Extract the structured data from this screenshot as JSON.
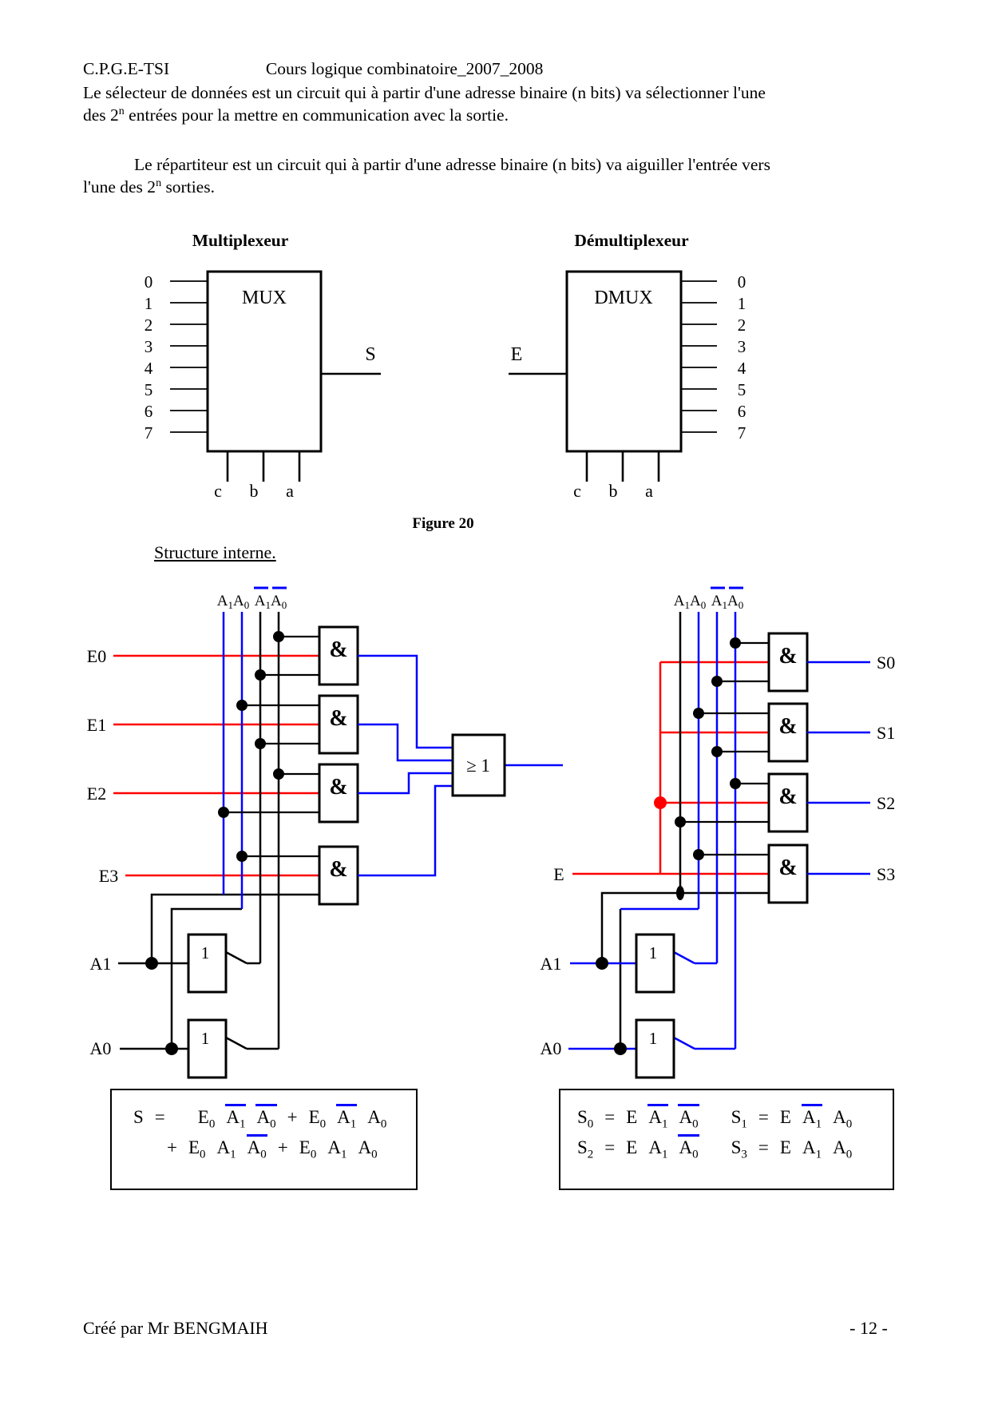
{
  "header": {
    "left": "C.P.G.E-TSI",
    "right": "Cours logique combinatoire_2007_2008"
  },
  "intro": {
    "p1_line1": "Le sélecteur de données est un circuit qui à partir d'une adresse binaire (n bits) va sélectionner l'une",
    "p1_line2_pre": "des 2",
    "p1_line2_sup": "n",
    "p1_line2_post": " entrées pour la mettre en communication avec la sortie.",
    "p2_line1": "Le répartiteur est un circuit qui à partir d'une adresse binaire (n bits) va aiguiller l'entrée vers",
    "p2_line2_pre": "l'une des 2",
    "p2_line2_sup": "n",
    "p2_line2_post": " sorties."
  },
  "fig": {
    "caption": "Figure 20",
    "mux": {
      "title": "Multiplexeur",
      "chip": "MUX",
      "inputs": [
        "0",
        "1",
        "2",
        "3",
        "4",
        "5",
        "6",
        "7"
      ],
      "output": "S",
      "sel": [
        "c",
        "b",
        "a"
      ]
    },
    "dmux": {
      "title": "Démultiplexeur",
      "chip": "DMUX",
      "input": "E",
      "outputs": [
        "0",
        "1",
        "2",
        "3",
        "4",
        "5",
        "6",
        "7"
      ],
      "sel": [
        "c",
        "b",
        "a"
      ]
    }
  },
  "st": {
    "heading": "Structure interne.",
    "bus": {
      "b1": "A",
      "s1": "1",
      "b2": "A",
      "s2": "0"
    },
    "left": {
      "e": [
        "E0",
        "E1",
        "E2",
        "E3"
      ],
      "and": "&",
      "or": "≥ 1",
      "inv": "1",
      "a1": "A1",
      "a0": "A0"
    },
    "right": {
      "e": "E",
      "s": [
        "S0",
        "S1",
        "S2",
        "S3"
      ],
      "and": "&",
      "inv": "1",
      "a1": "A1",
      "a0": "A0"
    }
  },
  "formulas": {
    "left": {
      "row1": [
        {
          "t": "S"
        },
        {
          "t": "="
        },
        {
          "t": "E",
          "s": "0",
          "gap": true
        },
        {
          "t": "A",
          "s": "1",
          "bar": true
        },
        {
          "t": "A",
          "s": "0",
          "bar": true
        },
        {
          "t": "+"
        },
        {
          "t": "E",
          "s": "0"
        },
        {
          "t": "A",
          "s": "1",
          "bar": true
        },
        {
          "t": "A",
          "s": "0"
        }
      ],
      "row2": [
        {
          "t": "+"
        },
        {
          "t": "E",
          "s": "0"
        },
        {
          "t": "A",
          "s": "1"
        },
        {
          "t": "A",
          "s": "0",
          "bar": true
        },
        {
          "t": "+"
        },
        {
          "t": "E",
          "s": "0"
        },
        {
          "t": "A",
          "s": "1"
        },
        {
          "t": "A",
          "s": "0"
        }
      ]
    },
    "right": {
      "row1": [
        {
          "t": "S",
          "s": "0"
        },
        {
          "t": "="
        },
        {
          "t": "E"
        },
        {
          "t": "A",
          "s": "1",
          "bar": true
        },
        {
          "t": "A",
          "s": "0",
          "bar": true
        },
        {
          "t": "S",
          "s": "1",
          "gap": true
        },
        {
          "t": "="
        },
        {
          "t": "E"
        },
        {
          "t": "A",
          "s": "1",
          "bar": true
        },
        {
          "t": "A",
          "s": "0"
        }
      ],
      "row2": [
        {
          "t": "S",
          "s": "2"
        },
        {
          "t": "="
        },
        {
          "t": "E"
        },
        {
          "t": "A",
          "s": "1"
        },
        {
          "t": "A",
          "s": "0",
          "bar": true
        },
        {
          "t": "S",
          "s": "3",
          "gap": true
        },
        {
          "t": "="
        },
        {
          "t": "E"
        },
        {
          "t": "A",
          "s": "1"
        },
        {
          "t": "A",
          "s": "0"
        }
      ]
    }
  },
  "footer": {
    "author": "Créé par Mr BENGMAIH",
    "page": "- 12 -"
  },
  "colors": {
    "blue": "#0000ff",
    "red": "#ff0000"
  }
}
